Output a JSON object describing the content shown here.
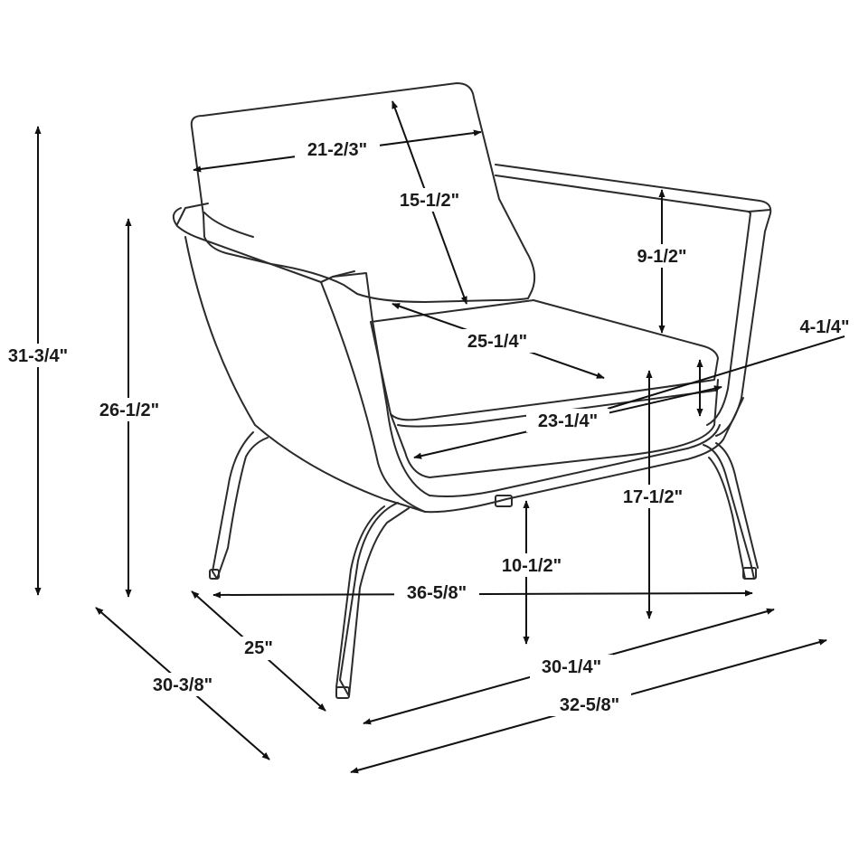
{
  "colors": {
    "line": "#2b2b2b",
    "dimension": "#111111",
    "background": "#ffffff"
  },
  "dimensions": {
    "overall_height": "31-3/4\"",
    "arm_height": "26-1/2\"",
    "back_cushion_width": "21-2/3\"",
    "back_cushion_height": "15-1/2\"",
    "back_height_above_seat": "9-1/2\"",
    "seat_width_back": "25-1/4\"",
    "seat_cushion_thickness": "4-1/4\"",
    "seat_width_front": "23-1/4\"",
    "seat_height": "17-1/2\"",
    "ground_clearance": "10-1/2\"",
    "overall_width": "36-5/8\"",
    "seat_depth": "25\"",
    "overall_depth": "30-3/8\"",
    "base_width": "30-1/4\"",
    "overall_base_width": "32-5/8\""
  }
}
